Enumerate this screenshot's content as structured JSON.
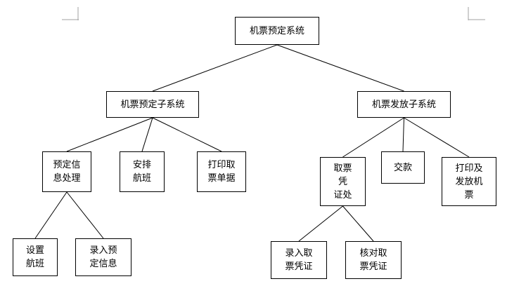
{
  "diagram": {
    "nodes": {
      "root": {
        "label": "机票预定系统"
      },
      "booking": {
        "label": "机票预定子系统"
      },
      "issuing": {
        "label": "机票发放子系统"
      },
      "info": {
        "label": "预定信\n息处理"
      },
      "arrange": {
        "label": "安排\n航班"
      },
      "print": {
        "label": "打印取\n票单据"
      },
      "fetch": {
        "label": "取票\n凭\n证处"
      },
      "pay": {
        "label": "交款"
      },
      "issue": {
        "label": "打印及\n发放机\n票"
      },
      "setup": {
        "label": "设置\n航班"
      },
      "enter": {
        "label": "录入预\n定信息"
      },
      "record": {
        "label": "录入取\n票凭证"
      },
      "verify": {
        "label": "核对取\n票凭证"
      }
    },
    "edges": [
      [
        "root",
        "booking"
      ],
      [
        "root",
        "issuing"
      ],
      [
        "booking",
        "info"
      ],
      [
        "booking",
        "arrange"
      ],
      [
        "booking",
        "print"
      ],
      [
        "issuing",
        "fetch"
      ],
      [
        "issuing",
        "pay"
      ],
      [
        "issuing",
        "issue"
      ],
      [
        "info",
        "setup"
      ],
      [
        "info",
        "enter"
      ],
      [
        "fetch",
        "record"
      ],
      [
        "fetch",
        "verify"
      ]
    ]
  }
}
